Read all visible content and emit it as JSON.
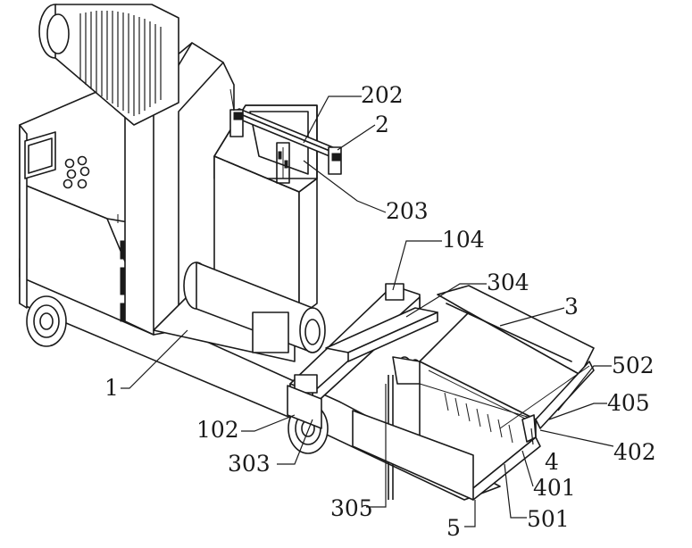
{
  "labels": {
    "l202": "202",
    "l2": "2",
    "l203": "203",
    "l104": "104",
    "l304": "304",
    "l3": "3",
    "l502": "502",
    "l405": "405",
    "l402": "402",
    "l4": "4",
    "l401": "401",
    "l501": "501",
    "l5": "5",
    "l305": "305",
    "l303": "303",
    "l102": "102",
    "l1": "1"
  }
}
